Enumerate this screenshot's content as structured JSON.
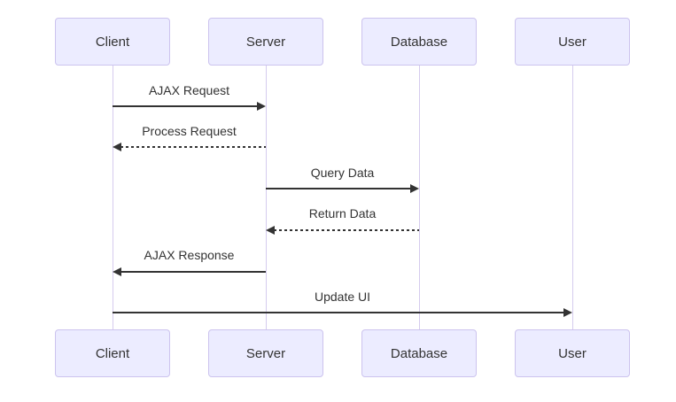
{
  "diagram": {
    "type": "sequence-diagram",
    "background": "#ffffff",
    "actors": [
      {
        "id": "client",
        "label": "Client"
      },
      {
        "id": "server",
        "label": "Server"
      },
      {
        "id": "database",
        "label": "Database"
      },
      {
        "id": "user",
        "label": "User"
      }
    ],
    "messages": [
      {
        "label": "AJAX Request",
        "from": "client",
        "to": "server",
        "line": "solid",
        "direction": "right"
      },
      {
        "label": "Process Request",
        "from": "server",
        "to": "client",
        "line": "dashed",
        "direction": "left"
      },
      {
        "label": "Query Data",
        "from": "server",
        "to": "database",
        "line": "solid",
        "direction": "right"
      },
      {
        "label": "Return Data",
        "from": "database",
        "to": "server",
        "line": "dashed",
        "direction": "left"
      },
      {
        "label": "AJAX Response",
        "from": "server",
        "to": "client",
        "line": "solid",
        "direction": "left"
      },
      {
        "label": "Update UI",
        "from": "client",
        "to": "user",
        "line": "solid",
        "direction": "right"
      }
    ],
    "colors": {
      "actor_fill": "#ececff",
      "actor_border": "#ccc3ee",
      "lifeline": "#d5cbee",
      "arrow": "#333333",
      "text": "#333333"
    }
  }
}
